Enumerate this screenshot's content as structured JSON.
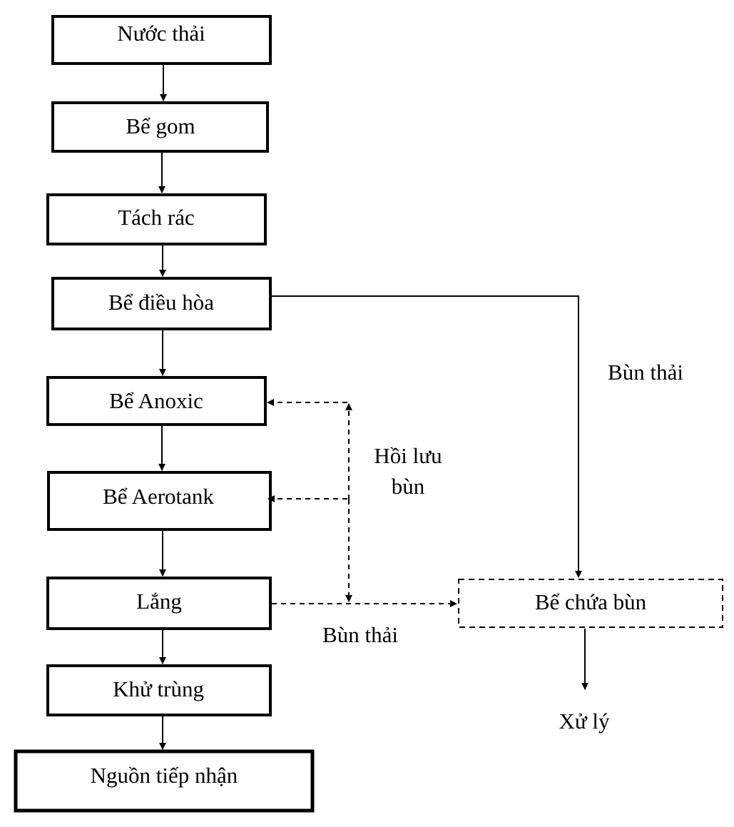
{
  "diagram": {
    "type": "flowchart",
    "title": "",
    "colors": {
      "stroke": "#000000",
      "background": "#ffffff",
      "text": "#000000"
    },
    "nodes": [
      {
        "id": "nuoc_thai",
        "label": "Nước thải",
        "style": "solid"
      },
      {
        "id": "be_gom",
        "label": "Bể gom",
        "style": "solid"
      },
      {
        "id": "tach_rac",
        "label": "Tách rác",
        "style": "solid"
      },
      {
        "id": "be_dieu_hoa",
        "label": "Bể điều hòa",
        "style": "solid"
      },
      {
        "id": "be_anoxic",
        "label": "Bể Anoxic",
        "style": "solid"
      },
      {
        "id": "be_aerotank",
        "label": "Bể Aerotank",
        "style": "solid"
      },
      {
        "id": "lang",
        "label": "Lắng",
        "style": "solid"
      },
      {
        "id": "khu_trung",
        "label": "Khử trùng",
        "style": "solid"
      },
      {
        "id": "nguon_tiep_nhan",
        "label": "Nguồn tiếp nhận",
        "style": "solid-thick"
      },
      {
        "id": "be_chua_bun",
        "label": "Bể chứa bùn",
        "style": "dashed"
      }
    ],
    "edges": [
      {
        "from": "nuoc_thai",
        "to": "be_gom",
        "style": "solid"
      },
      {
        "from": "be_gom",
        "to": "tach_rac",
        "style": "solid"
      },
      {
        "from": "tach_rac",
        "to": "be_dieu_hoa",
        "style": "solid"
      },
      {
        "from": "be_dieu_hoa",
        "to": "be_anoxic",
        "style": "solid"
      },
      {
        "from": "be_anoxic",
        "to": "be_aerotank",
        "style": "solid"
      },
      {
        "from": "be_aerotank",
        "to": "lang",
        "style": "solid"
      },
      {
        "from": "lang",
        "to": "khu_trung",
        "style": "solid"
      },
      {
        "from": "khu_trung",
        "to": "nguon_tiep_nhan",
        "style": "solid"
      },
      {
        "from": "be_dieu_hoa",
        "to": "be_chua_bun",
        "style": "solid",
        "label": "Bùn thải"
      },
      {
        "from": "lang",
        "to": "be_chua_bun",
        "style": "dashed",
        "label": "Bùn thải"
      },
      {
        "from": "lang",
        "to": "be_anoxic",
        "style": "dashed",
        "label": "Hồi lưu bùn"
      },
      {
        "from": "lang",
        "to": "be_aerotank",
        "style": "dashed",
        "label": "Hồi lưu bùn"
      },
      {
        "from": "be_chua_bun",
        "to": "xu_ly",
        "style": "solid"
      }
    ],
    "labels": {
      "bun_thai_right": "Bùn thải",
      "bun_thai_bottom": "Bùn thải",
      "hoi_luu_line1": "Hồi lưu",
      "hoi_luu_line2": "bùn",
      "xu_ly": "Xử lý"
    }
  }
}
